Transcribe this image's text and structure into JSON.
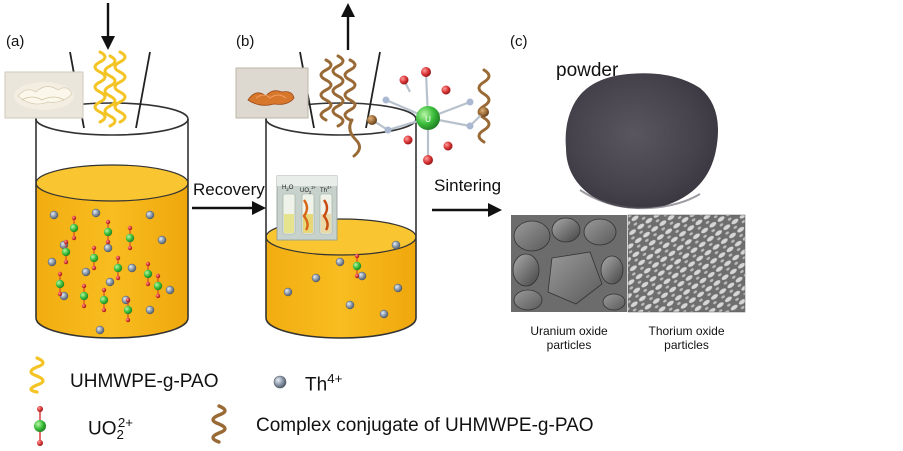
{
  "panels": {
    "a": "(a)",
    "b": "(b)",
    "c": "(c)"
  },
  "arrows": {
    "recovery": "Recovery",
    "sintering": "Sintering"
  },
  "panel_c": {
    "powder_label": "powder",
    "uranium_line1": "Uranium oxide",
    "uranium_line2": "particles",
    "thorium_line1": "Thorium oxide",
    "thorium_line2": "particles"
  },
  "vials": {
    "v1": "H",
    "v1_sub": "2",
    "v1_end": "O",
    "v2": "UO",
    "v2_sub": "2",
    "v2_sup": "2+",
    "v3": "Th",
    "v3_sup": "4+"
  },
  "legend": {
    "fiber": "UHMWPE-g-PAO",
    "thorium_base": "Th",
    "thorium_sup": "4+",
    "uranyl_base": "UO",
    "uranyl_sub": "2",
    "uranyl_sup": "2+",
    "complex": "Complex conjugate of UHMWPE-g-PAO"
  },
  "colors": {
    "solution": "#F7B917",
    "solution_top": "#F9C530",
    "fiber_yellow": "#F4C425",
    "fiber_brown": "#9A6A36",
    "uranyl_green": "#3CBF3C",
    "oxygen_red": "#D63030",
    "thorium_gray": "#8A97A8",
    "powder": "#4A464F"
  }
}
